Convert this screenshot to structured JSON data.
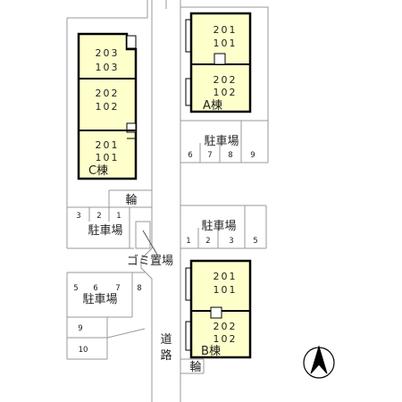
{
  "colors": {
    "building_fill": "#ffffcc",
    "building_border": "#000000",
    "line": "#999999",
    "text": "#222222"
  },
  "buildings": {
    "C": {
      "label": "C棟",
      "units": [
        {
          "top": "203",
          "bottom": "103"
        },
        {
          "top": "202",
          "bottom": "102"
        },
        {
          "top": "201",
          "bottom": "101"
        }
      ]
    },
    "A": {
      "label": "A棟",
      "units": [
        {
          "top": "201",
          "bottom": "101"
        },
        {
          "top": "202",
          "bottom": "102"
        }
      ]
    },
    "B": {
      "label": "B棟",
      "units": [
        {
          "top": "201",
          "bottom": "101"
        },
        {
          "top": "202",
          "bottom": "102"
        }
      ]
    }
  },
  "parking": {
    "top_right": {
      "label": "駐車場",
      "numbers": [
        "6",
        "7",
        "8",
        "9"
      ]
    },
    "mid_right": {
      "label": "駐車場",
      "numbers": [
        "1",
        "2",
        "3",
        "5"
      ]
    },
    "mid_left": {
      "label": "駐車場",
      "numbers": [
        "3",
        "2",
        "1"
      ]
    },
    "bottom_left": {
      "label": "駐車場",
      "numbers": [
        "5",
        "6",
        "7",
        "8",
        "9",
        "10"
      ]
    }
  },
  "bicycle": {
    "label": "輪"
  },
  "garbage": {
    "label": "ゴミ置場"
  },
  "road": {
    "label_1": "道",
    "label_2": "路"
  },
  "compass": {
    "icon": "north-arrow-icon"
  }
}
